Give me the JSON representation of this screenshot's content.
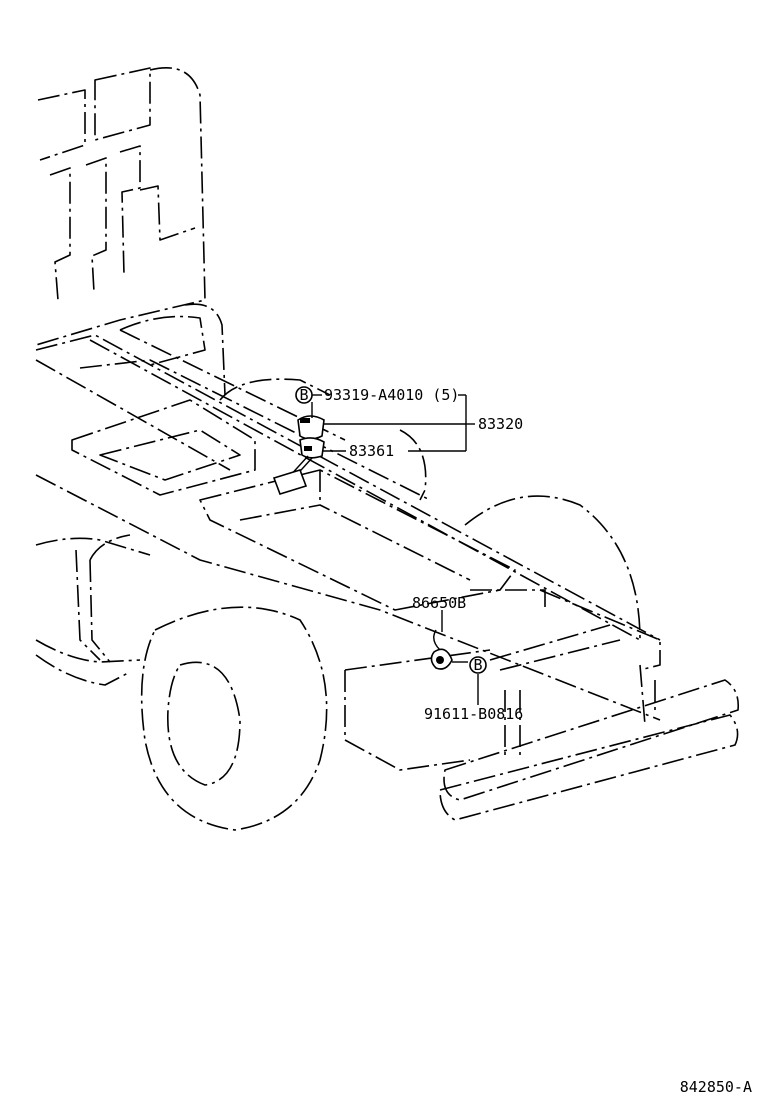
{
  "labels": {
    "bolt_b_top": "B",
    "part_93319": "93319-A4010 (5)",
    "part_83320": "83320",
    "part_83361": "83361",
    "part_86650B": "86650B",
    "bolt_b_bottom": "B",
    "part_91611": "91611-B0816",
    "figure_code": "842850-A"
  }
}
